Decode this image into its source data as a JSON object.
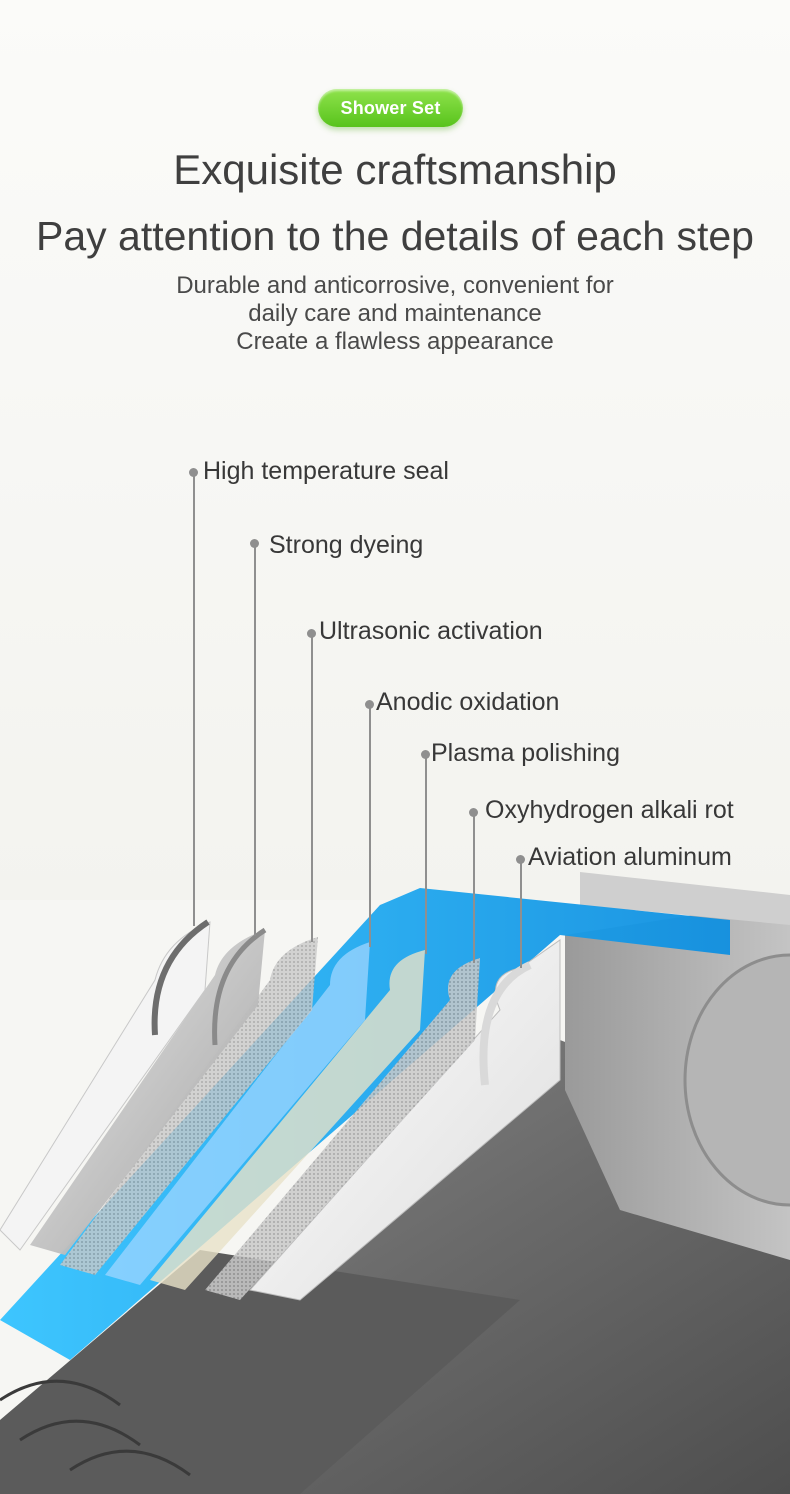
{
  "badge": {
    "label": "Shower Set"
  },
  "headline": {
    "line1": "Exquisite craftsmanship",
    "line2": "Pay attention to the details of each step"
  },
  "subtitle": {
    "line1": "Durable and anticorrosive, convenient for",
    "line2": "daily care and maintenance",
    "line3": "Create a flawless appearance"
  },
  "layers": [
    {
      "label": "High temperature seal"
    },
    {
      "label": "Strong dyeing"
    },
    {
      "label": "Ultrasonic activation"
    },
    {
      "label": "Anodic oxidation"
    },
    {
      "label": "Plasma polishing"
    },
    {
      "label": "Oxyhydrogen alkali rot"
    },
    {
      "label": "Aviation aluminum"
    }
  ],
  "colors": {
    "badge_green": "#6cd12e",
    "accent_blue": "#1ea7ef",
    "text_dark": "#3f3f3f",
    "metal_gray": "#6b6b6b"
  }
}
